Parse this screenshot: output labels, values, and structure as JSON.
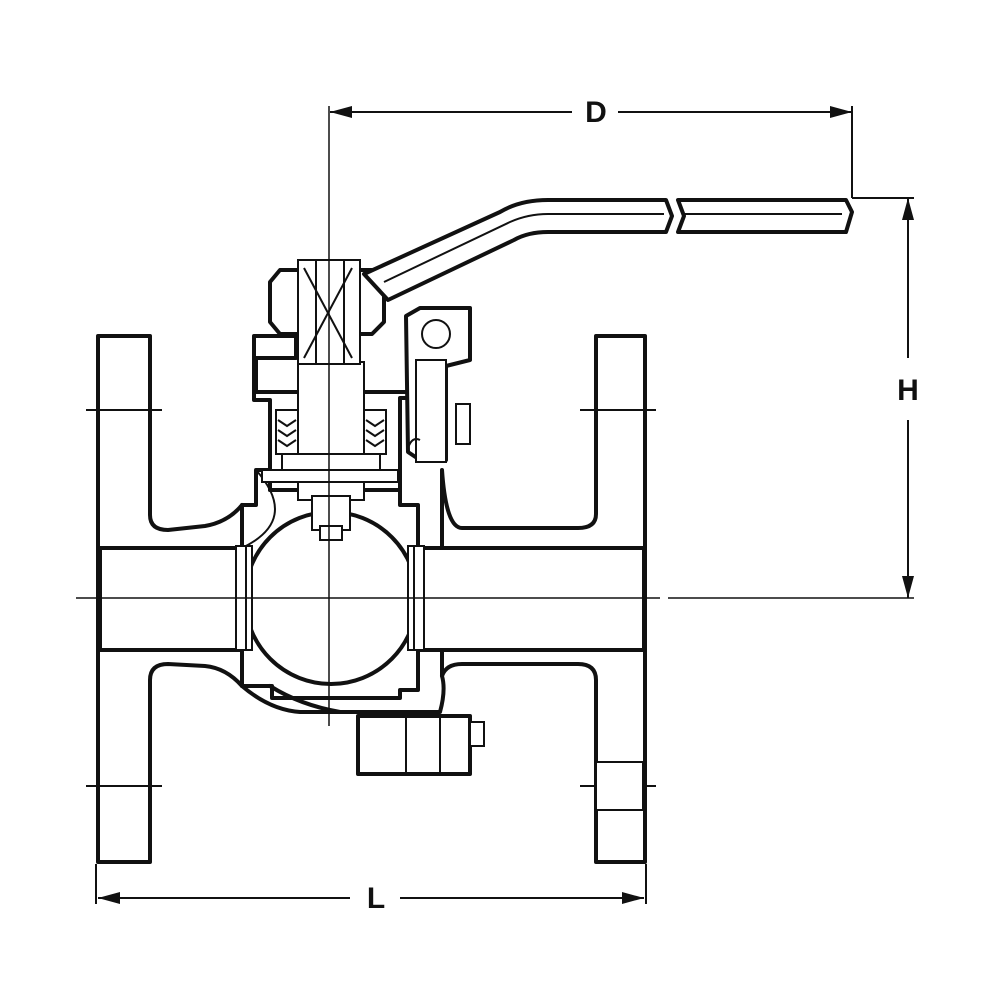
{
  "figure": {
    "subject": "flanged-ball-valve",
    "line_color": "#111111",
    "background": "#ffffff"
  },
  "dimensions": {
    "width_label": "D",
    "height_label": "H",
    "length_label": "L"
  }
}
